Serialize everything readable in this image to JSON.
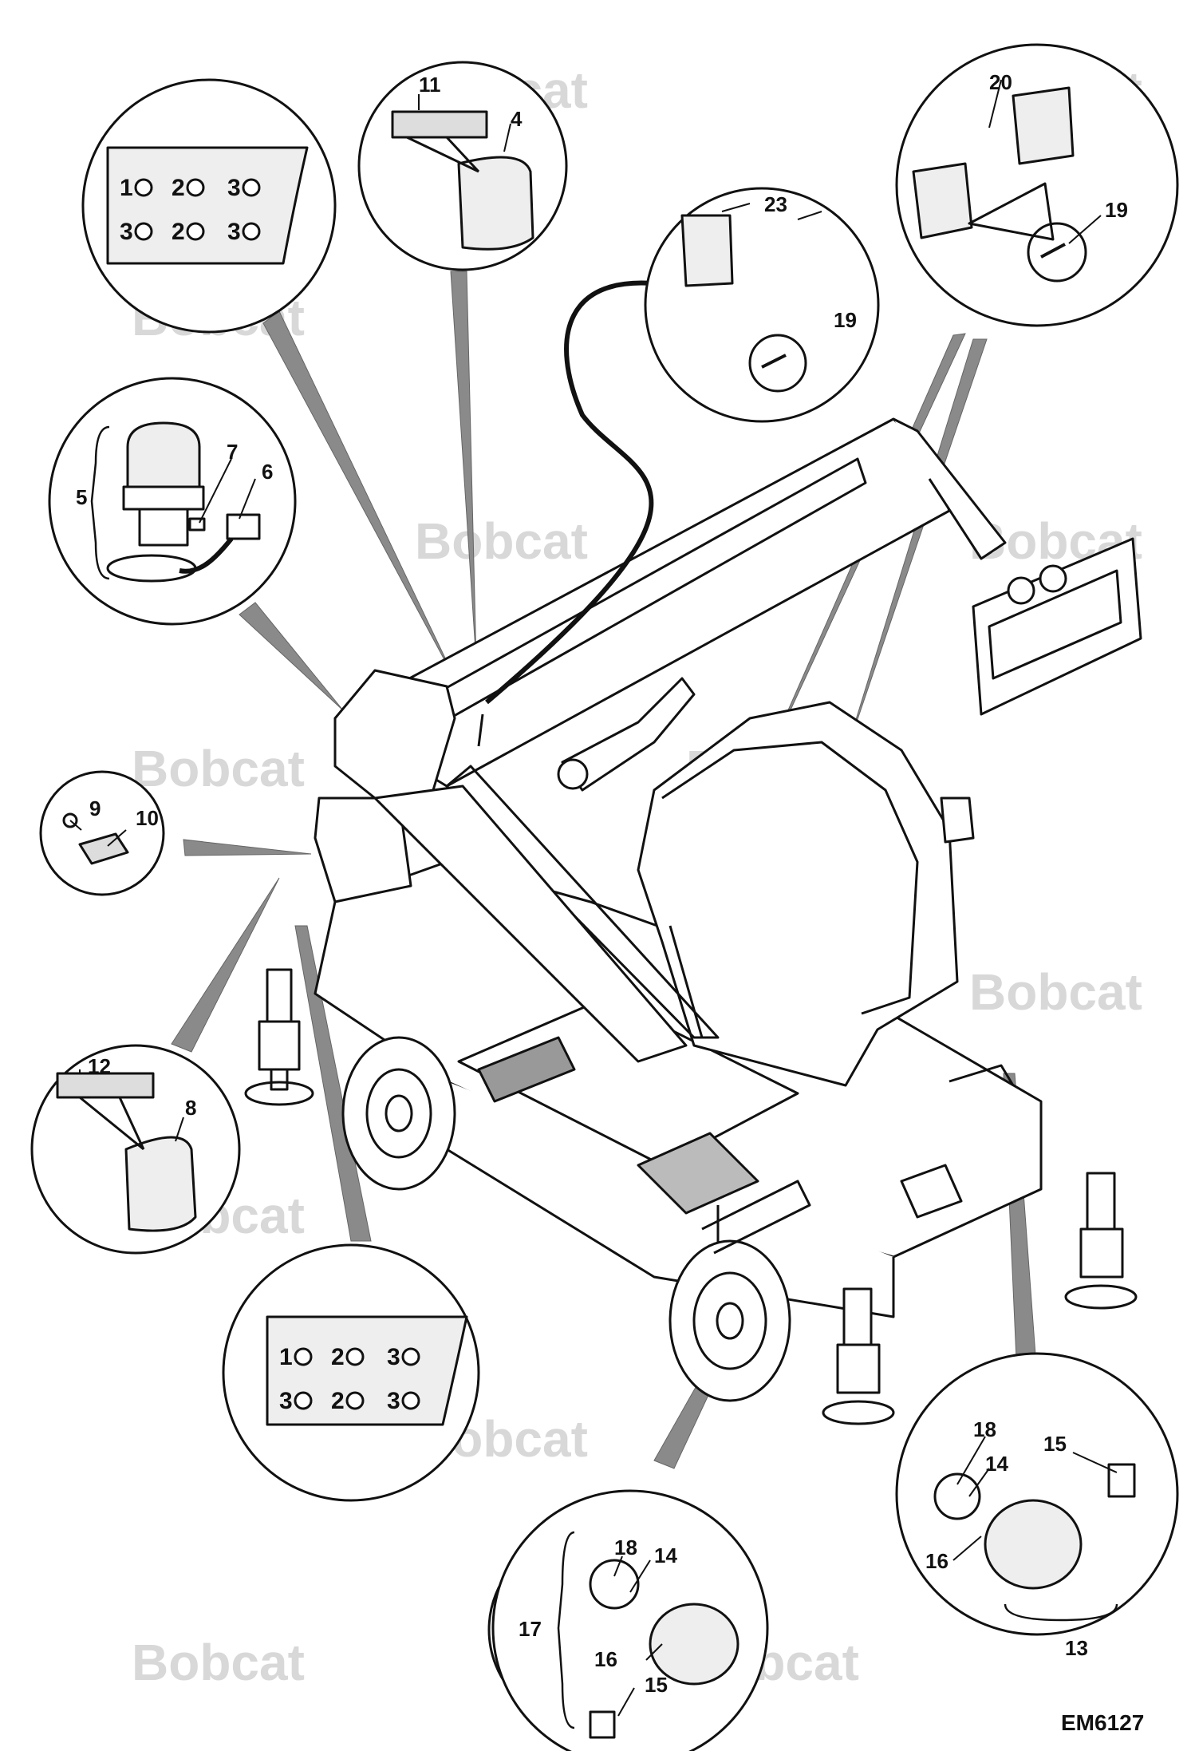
{
  "figure_code": "EM6127",
  "watermark": "Bobcat",
  "callouts": {
    "c4": "4",
    "c5": "5",
    "c6": "6",
    "c7": "7",
    "c8": "8",
    "c9": "9",
    "c10": "10",
    "c11": "11",
    "c12": "12",
    "c13": "13",
    "c14a": "14",
    "c14b": "14",
    "c15a": "15",
    "c15b": "15",
    "c16a": "16",
    "c16b": "16",
    "c17": "17",
    "c18a": "18",
    "c18b": "18",
    "c19a": "19",
    "c19b": "19",
    "c20": "20",
    "c23": "23"
  },
  "connector_top": {
    "row1": [
      {
        "n": "1"
      },
      {
        "n": "2"
      },
      {
        "n": "3"
      }
    ],
    "row2": [
      {
        "n": "3"
      },
      {
        "n": "2"
      },
      {
        "n": "3"
      }
    ]
  },
  "connector_bottom": {
    "row1": [
      {
        "n": "1"
      },
      {
        "n": "2"
      },
      {
        "n": "3"
      }
    ],
    "row2": [
      {
        "n": "3"
      },
      {
        "n": "2"
      },
      {
        "n": "3"
      }
    ]
  },
  "colors": {
    "stroke": "#111111",
    "leader": "#8a8a8a",
    "watermark": "#d8d8d8"
  }
}
